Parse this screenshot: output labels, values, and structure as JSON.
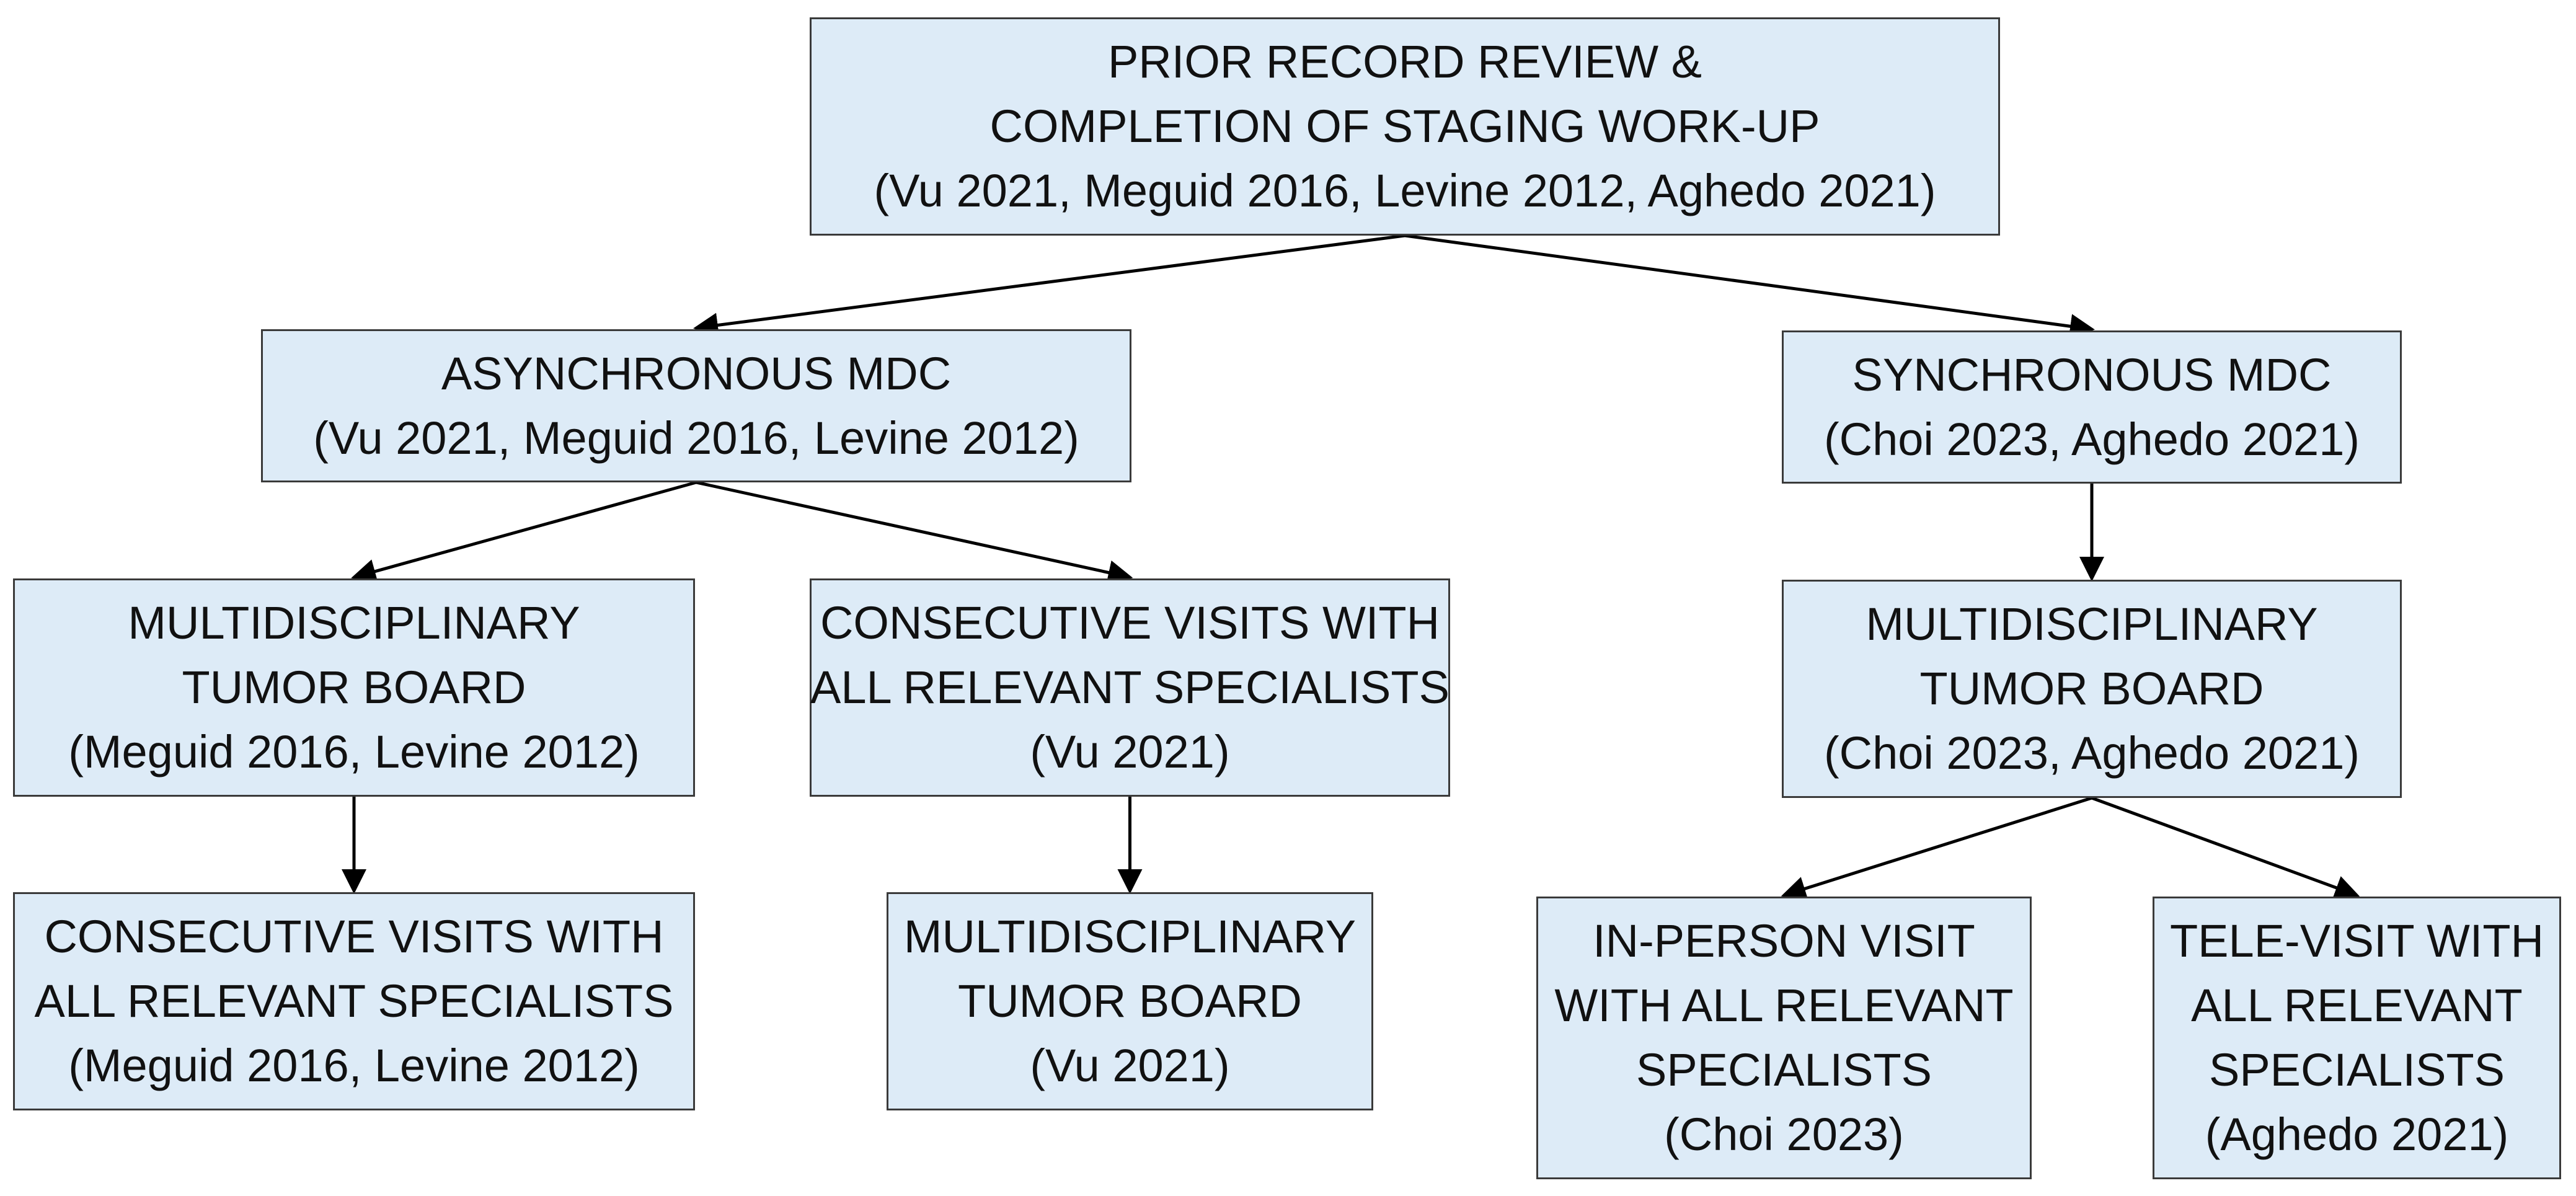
{
  "nodes": {
    "root": {
      "lines": [
        "PRIOR RECORD REVIEW &",
        "COMPLETION OF STAGING WORK-UP",
        "(Vu 2021, Meguid 2016, Levine 2012, Aghedo 2021)"
      ]
    },
    "async": {
      "lines": [
        "ASYNCHRONOUS MDC",
        "(Vu 2021, Meguid 2016, Levine 2012)"
      ]
    },
    "sync": {
      "lines": [
        "SYNCHRONOUS MDC",
        "(Choi 2023, Aghedo 2021)"
      ]
    },
    "async_tumor_board": {
      "lines": [
        "MULTIDISCIPLINARY",
        "TUMOR BOARD",
        "(Meguid 2016, Levine 2012)"
      ]
    },
    "async_consecutive": {
      "lines": [
        "CONSECUTIVE VISITS WITH",
        "ALL RELEVANT SPECIALISTS",
        "(Vu 2021)"
      ]
    },
    "sync_tumor_board": {
      "lines": [
        "MULTIDISCIPLINARY",
        "TUMOR BOARD",
        "(Choi 2023, Aghedo 2021)"
      ]
    },
    "async_tb_consecutive": {
      "lines": [
        "CONSECUTIVE VISITS WITH",
        "ALL RELEVANT SPECIALISTS",
        "(Meguid 2016, Levine 2012)"
      ]
    },
    "async_consec_tumor_board": {
      "lines": [
        "MULTIDISCIPLINARY",
        "TUMOR BOARD",
        "(Vu 2021)"
      ]
    },
    "in_person": {
      "lines": [
        "IN-PERSON VISIT",
        "WITH ALL RELEVANT",
        "SPECIALISTS",
        "(Choi 2023)"
      ]
    },
    "tele_visit": {
      "lines": [
        "TELE-VISIT WITH",
        "ALL RELEVANT",
        "SPECIALISTS",
        "(Aghedo 2021)"
      ]
    }
  },
  "edges": [
    {
      "from": "root",
      "to": "async"
    },
    {
      "from": "root",
      "to": "sync"
    },
    {
      "from": "async",
      "to": "async_tumor_board"
    },
    {
      "from": "async",
      "to": "async_consecutive"
    },
    {
      "from": "sync",
      "to": "sync_tumor_board"
    },
    {
      "from": "async_tumor_board",
      "to": "async_tb_consecutive"
    },
    {
      "from": "async_consecutive",
      "to": "async_consec_tumor_board"
    },
    {
      "from": "sync_tumor_board",
      "to": "in_person"
    },
    {
      "from": "sync_tumor_board",
      "to": "tele_visit"
    }
  ],
  "colors": {
    "box_fill": "#ddebf7",
    "box_border": "#3a3a3a",
    "arrow": "#000000"
  }
}
